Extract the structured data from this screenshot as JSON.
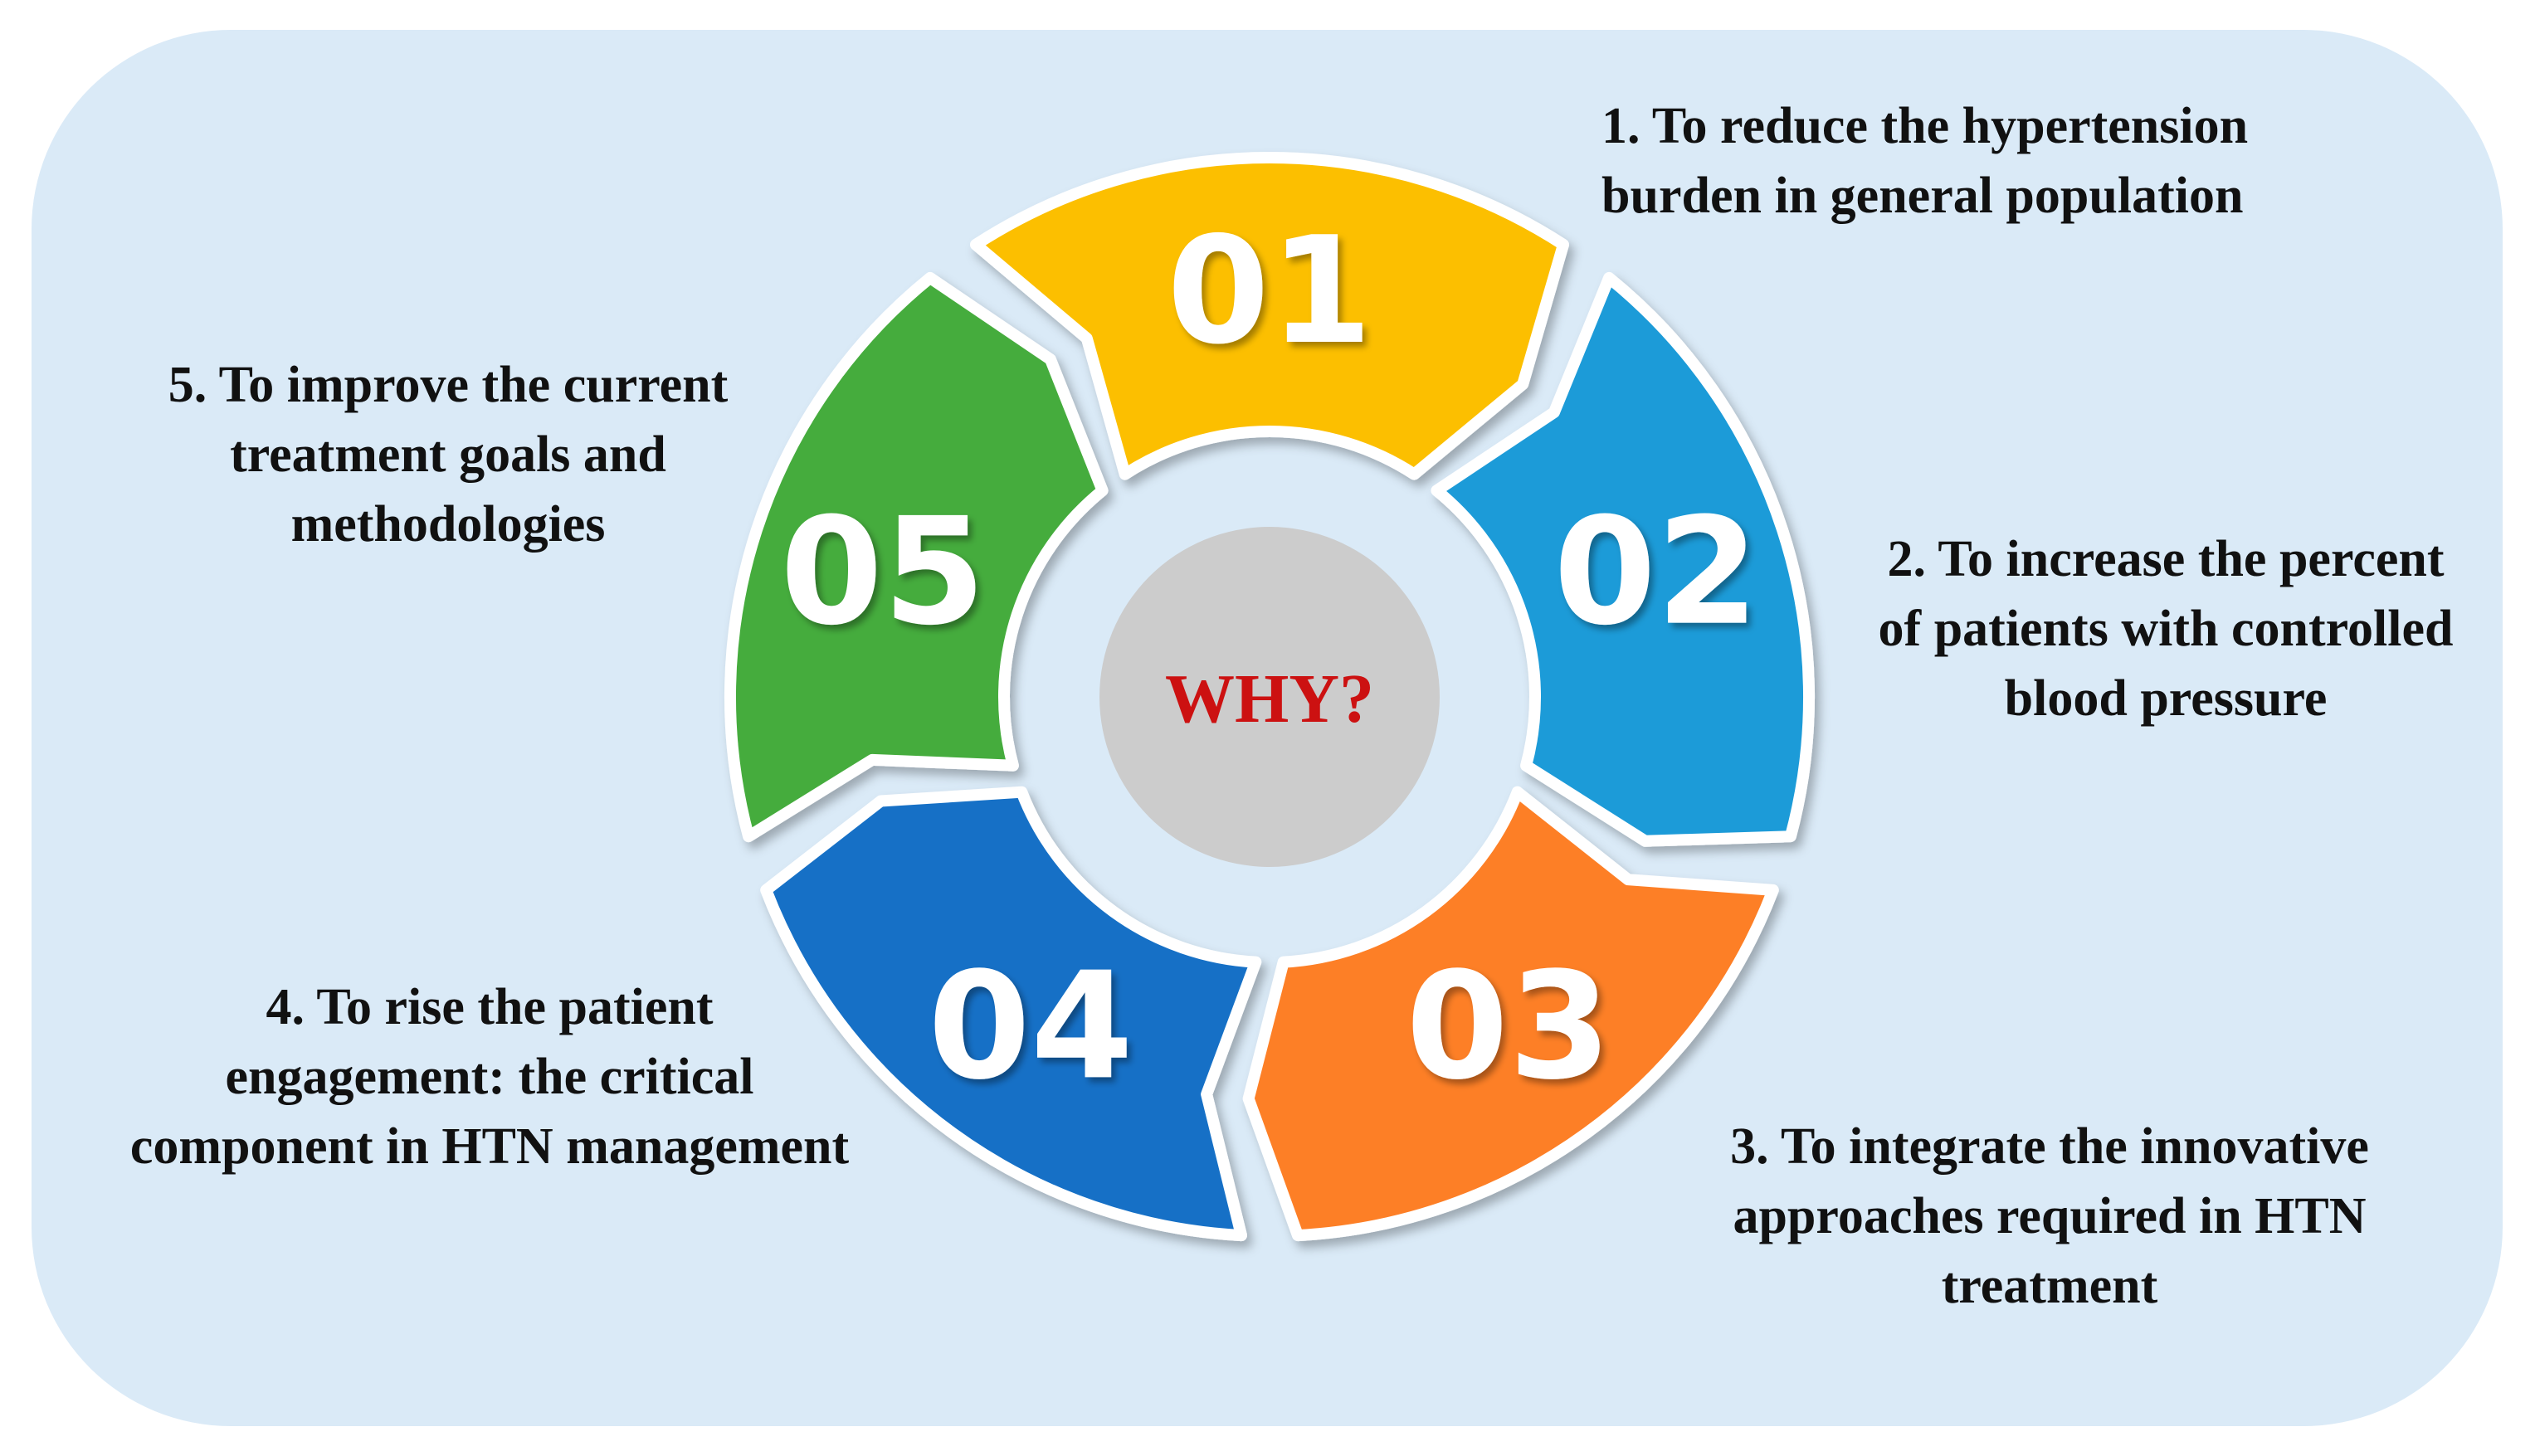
{
  "diagram": {
    "center_label": "WHY?",
    "center_label_color": "#cc1111",
    "center_fill": "#cccccc",
    "segments": [
      {
        "number": "01",
        "color": "#fcbf00",
        "caption_lines": [
          "1. To reduce the hypertension",
          "burden in general population"
        ]
      },
      {
        "number": "02",
        "color": "#1e9bd8",
        "caption_lines": [
          "2. To increase the percent",
          "of patients with controlled",
          "blood pressure"
        ]
      },
      {
        "number": "03",
        "color": "#fd7f25",
        "caption_lines": [
          "3. To integrate the innovative",
          "approaches required in HTN",
          "treatment"
        ]
      },
      {
        "number": "04",
        "color": "#1470c6",
        "caption_lines": [
          "4. To rise the patient",
          "engagement: the critical",
          "component in HTN management"
        ]
      },
      {
        "number": "05",
        "color": "#45ac3c",
        "caption_lines": [
          "5. To improve the current",
          "treatment goals and",
          "methodologies"
        ]
      }
    ]
  }
}
